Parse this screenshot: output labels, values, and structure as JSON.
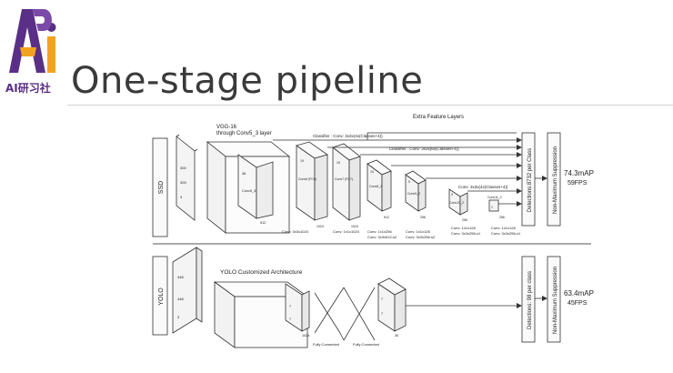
{
  "logo": {
    "text": "AI研习社",
    "colors": {
      "purple": "#5a2f87",
      "orange": "#f2a31d"
    }
  },
  "slide_title": "One-stage pipeline",
  "ssd": {
    "label": "SSD",
    "base_label_1": "VGG-16",
    "base_label_2": "through Conv5_3 layer",
    "extra_layers": "Extra Feature Layers",
    "classifier_1": "Classifier : Conv: 3x3x(4x(Classes+4))",
    "classifier_2": "Classifier : Conv: 3x3x(6x(Classes+4))",
    "classifier_3": "Conv: 3x3x(4x(Classes+4))",
    "detections": "Detections:8732 per Class",
    "nms": "Non-Maximum Suppression",
    "map": "74.3mAP",
    "fps": "59FPS",
    "input_dims": [
      "300",
      "300",
      "3"
    ],
    "base_inner": [
      "Conv5_3",
      "38",
      "512"
    ],
    "fmap_names": [
      "Conv6 (FC6)",
      "Conv7 (FC7)",
      "Conv8_2",
      "Conv9_2",
      "Conv10_2",
      "Conv11_2"
    ],
    "fmap_sizes": [
      "19",
      "19",
      "10",
      "5",
      "3",
      "1"
    ],
    "fmap_depths": [
      "1024",
      "1024",
      "512",
      "256",
      "256",
      "256"
    ],
    "conv_labels": [
      "Conv: 3x3x1024",
      "Conv: 1x1x1024",
      "Conv: 1x1x256",
      "Conv: 3x3x512-s2",
      "Conv: 1x1x128",
      "Conv: 3x3x256-s2",
      "Conv: 1x1x128",
      "Conv: 3x3x256-s1",
      "Conv: 1x1x128",
      "Conv: 3x3x256-s1"
    ]
  },
  "yolo": {
    "label": "YOLO",
    "arch_label": "YOLO Customized Architecture",
    "input_dims": [
      "448",
      "448",
      "3"
    ],
    "inner_dims": [
      "7",
      "7",
      "1024"
    ],
    "out_dims": [
      "7",
      "7",
      "30"
    ],
    "fc_1": "Fully Connected",
    "fc_2": "Fully Connected",
    "detections": "Detections: 98 per class",
    "nms": "Non-Maximum Suppression",
    "map": "63.4mAP",
    "fps": "45FPS"
  }
}
